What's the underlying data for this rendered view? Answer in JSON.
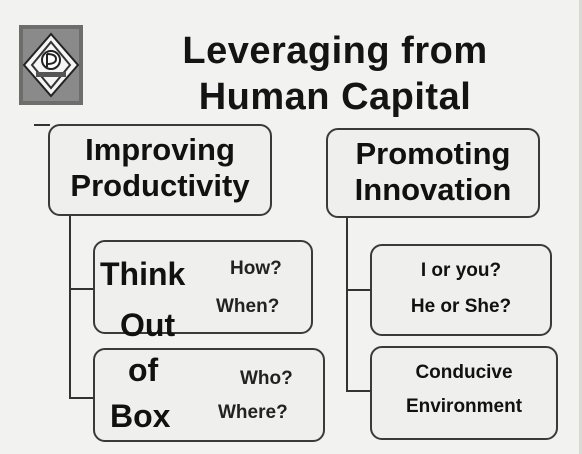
{
  "title": {
    "line1": "Leveraging from",
    "line2": "Human Capital"
  },
  "left_branch": {
    "header_line1": "Improving",
    "header_line2": "Productivity",
    "think": "Think",
    "out": "Out",
    "of": "of",
    "box": "Box",
    "how": "How?",
    "when": "When?",
    "who": "Who?",
    "where": "Where?"
  },
  "right_branch": {
    "header_line1": "Promoting",
    "header_line2": "Innovation",
    "i_or_you": "I or you?",
    "he_or_she": "He or She?",
    "conducive": "Conducive",
    "environment": "Environment"
  }
}
